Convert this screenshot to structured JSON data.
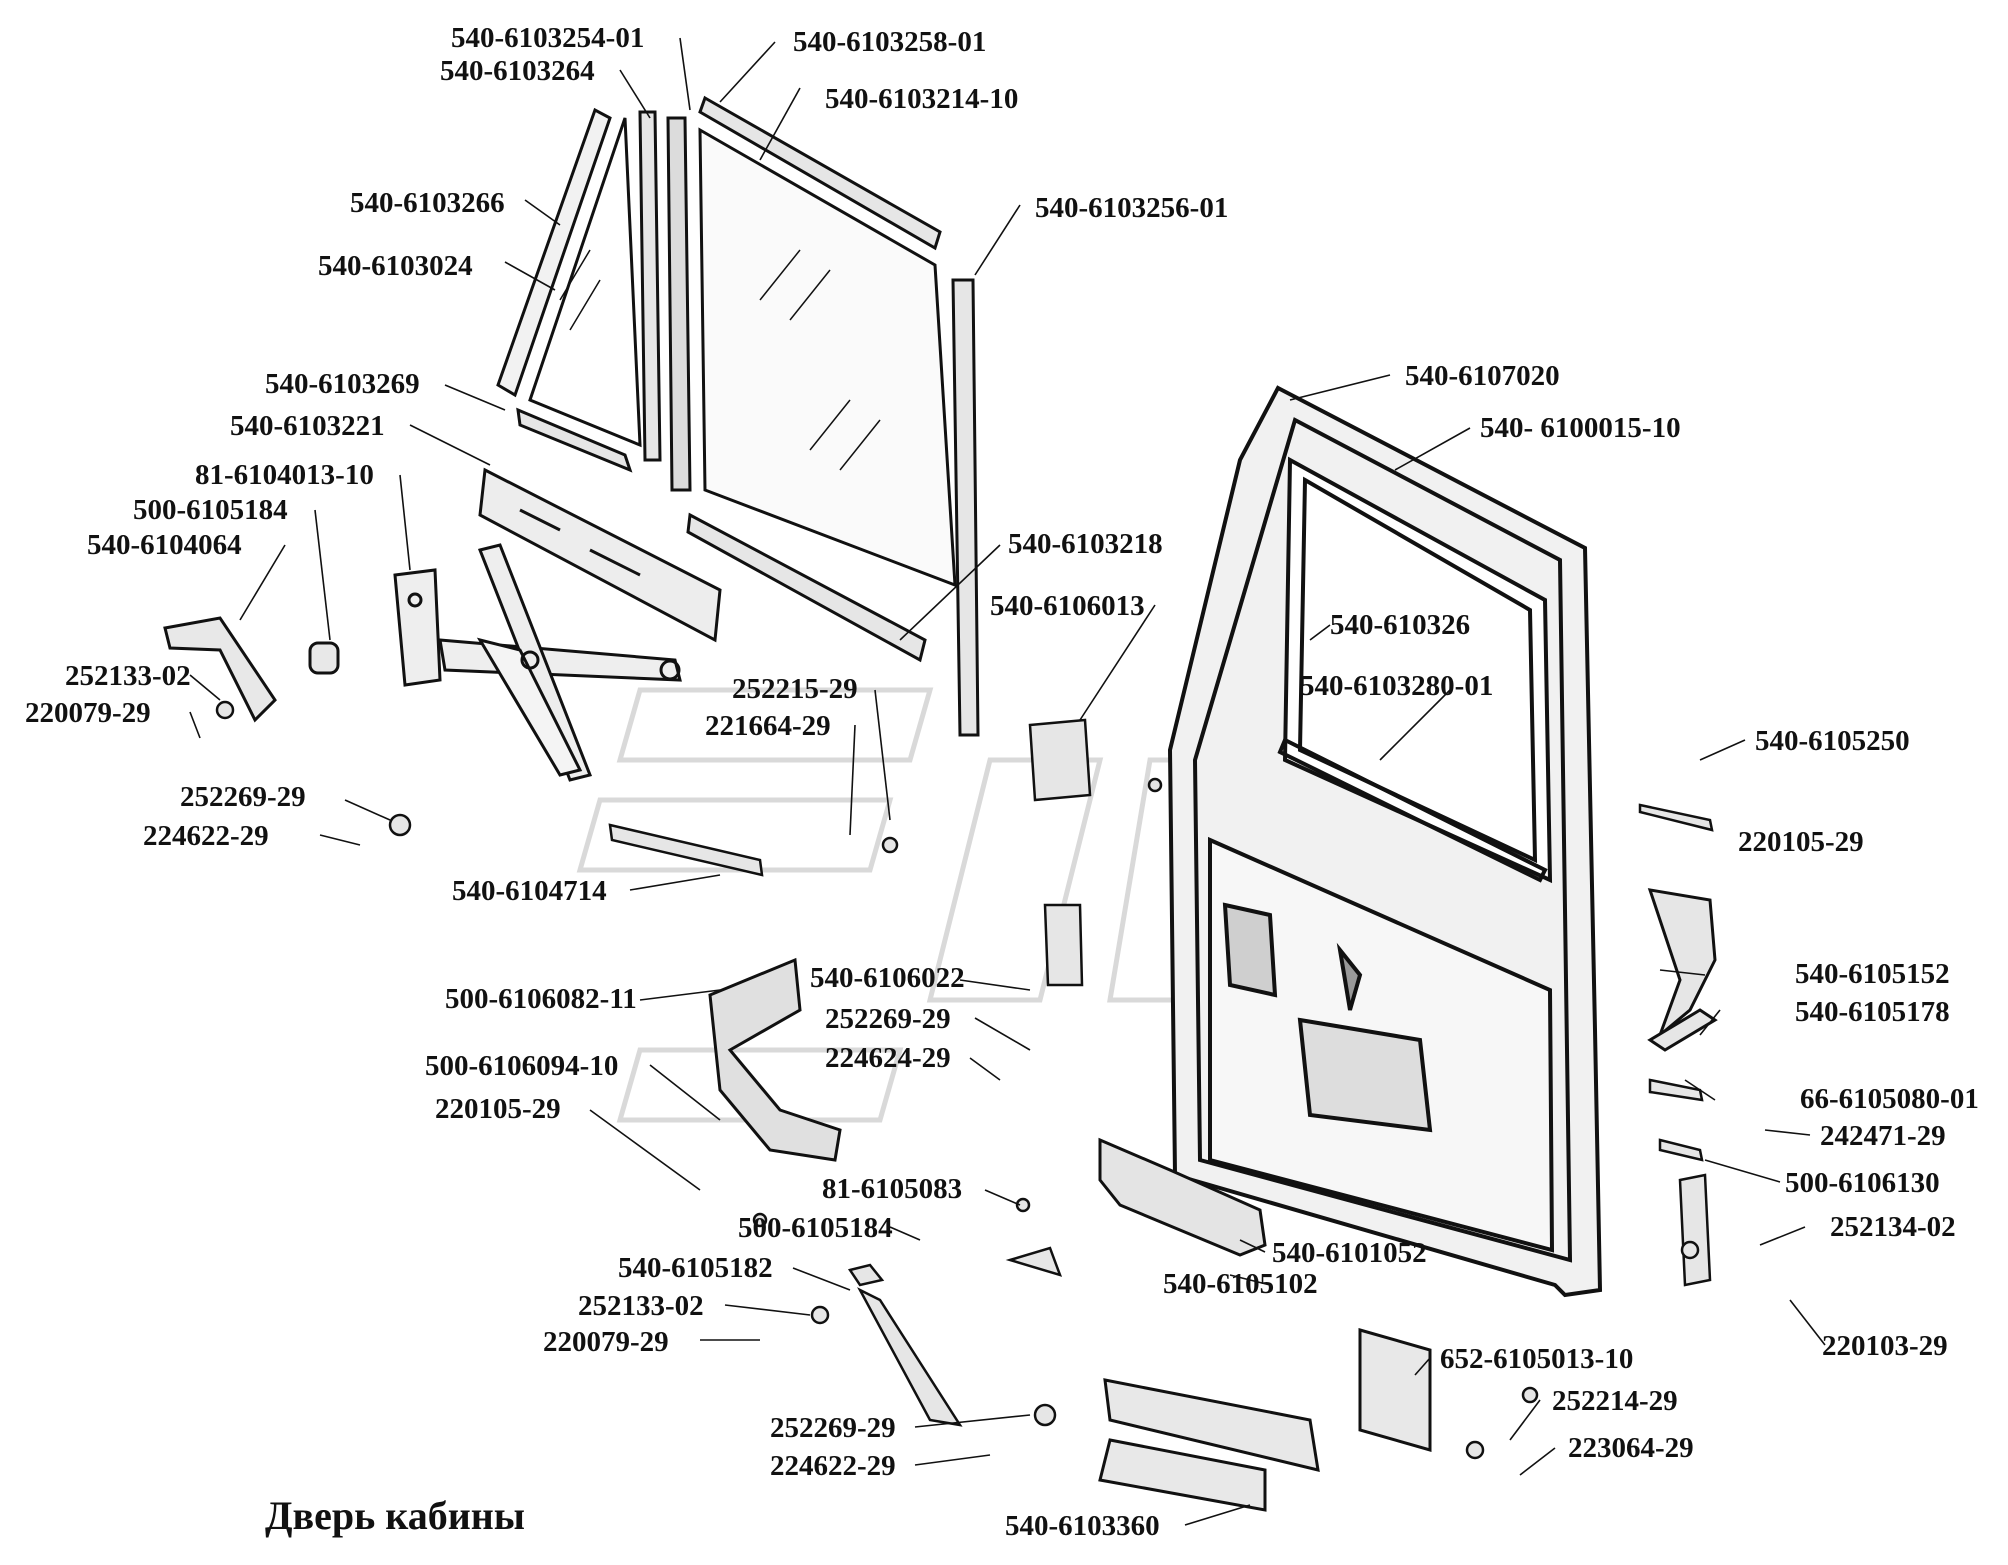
{
  "diagram": {
    "title": "Дверь кабины",
    "colors": {
      "ink": "#111111",
      "paper": "#ffffff",
      "watermark": "#d9d9d9"
    },
    "labels": [
      "540-6103254-01",
      "540-6103264",
      "540-6103258-01",
      "540-6103214-10",
      "540-6103266",
      "540-6103024",
      "540-6103256-01",
      "540-6107020",
      "540- 6100015-10",
      "540-6103269",
      "540-6103221",
      "81-6104013-10",
      "500-6105184",
      "540-6104064",
      "540-6103218",
      "540-6106013",
      "540-610326",
      "540-6103280-01",
      "252133-02",
      "220079-29",
      "252215-29",
      "221664-29",
      "540-6105250",
      "252269-29",
      "224622-29",
      "220105-29",
      "540-6104714",
      "540-6105152",
      "540-6106022",
      "500-6106082-11",
      "252269-29",
      "540-6105178",
      "224624-29",
      "66-6105080-01",
      "500-6106094-10",
      "242471-29",
      "220105-29",
      "500-6106130",
      "81-6105083",
      "252134-02",
      "500-6105184",
      "540-6101052",
      "540-6105102",
      "540-6105182",
      "220103-29",
      "252133-02",
      "220079-29",
      "652-6105013-10",
      "252214-29",
      "252269-29",
      "223064-29",
      "224622-29",
      "540-6103360"
    ]
  }
}
